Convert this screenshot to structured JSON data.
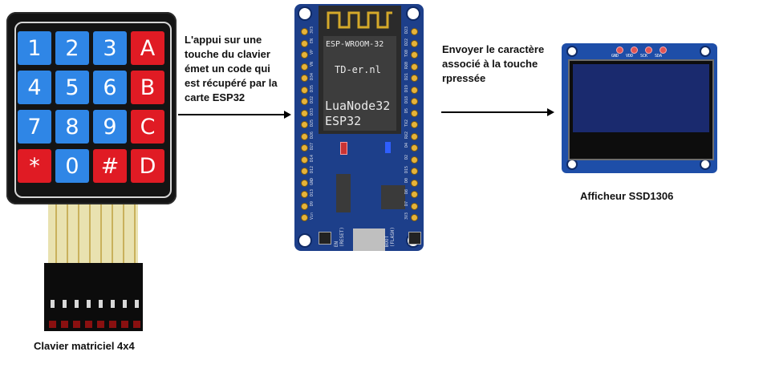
{
  "keypad": {
    "keys": [
      {
        "label": "1",
        "color": "blue"
      },
      {
        "label": "2",
        "color": "blue"
      },
      {
        "label": "3",
        "color": "blue"
      },
      {
        "label": "A",
        "color": "red"
      },
      {
        "label": "4",
        "color": "blue"
      },
      {
        "label": "5",
        "color": "blue"
      },
      {
        "label": "6",
        "color": "blue"
      },
      {
        "label": "B",
        "color": "red"
      },
      {
        "label": "7",
        "color": "blue"
      },
      {
        "label": "8",
        "color": "blue"
      },
      {
        "label": "9",
        "color": "blue"
      },
      {
        "label": "C",
        "color": "red"
      },
      {
        "label": "*",
        "color": "red"
      },
      {
        "label": "0",
        "color": "blue"
      },
      {
        "label": "#",
        "color": "red"
      },
      {
        "label": "D",
        "color": "red"
      }
    ],
    "caption": "Clavier matriciel 4x4"
  },
  "arrow1_text": "L'appui sur une touche du clavier émet un code  qui est récupéré par la carte ESP32",
  "arrow1_lines": [
    "L'appui sur une",
    "touche du clavier",
    "émet un code  qui",
    "est récupéré par la",
    "carte ESP32"
  ],
  "arrow2_lines": [
    "Envoyer le caractère",
    "associé à la touche",
    "rpressée"
  ],
  "board": {
    "module_name": "ESP-WROOM-32",
    "site": "TD-er.nl",
    "title1": "LuaNode32",
    "title2": "ESP32",
    "en_label": "EN\n(RESET)",
    "boot_label": "BOOT\n(FLASH)",
    "left_pins": [
      "3V3",
      "EN",
      "VP",
      "VN",
      "D34",
      "D35",
      "D32",
      "D33",
      "D25",
      "D26",
      "D27",
      "D14",
      "D12",
      "GND",
      "D13",
      "D9",
      "Vin"
    ],
    "right_pins": [
      "D23",
      "D22",
      "TX0",
      "RX0",
      "D21",
      "D19",
      "D18",
      "D5",
      "TX2",
      "RX2",
      "D4",
      "D2",
      "D15",
      "D0",
      "D8",
      "D7",
      "3V3"
    ]
  },
  "oled": {
    "pins": [
      "GND",
      "VDD",
      "SCK",
      "SDA"
    ],
    "caption": "Afficheur SSD1306"
  },
  "colors": {
    "key_blue": "#2f86e6",
    "key_red": "#e01b24",
    "board_blue": "#1d3f8a",
    "oled_blue": "#1e4ea8"
  }
}
